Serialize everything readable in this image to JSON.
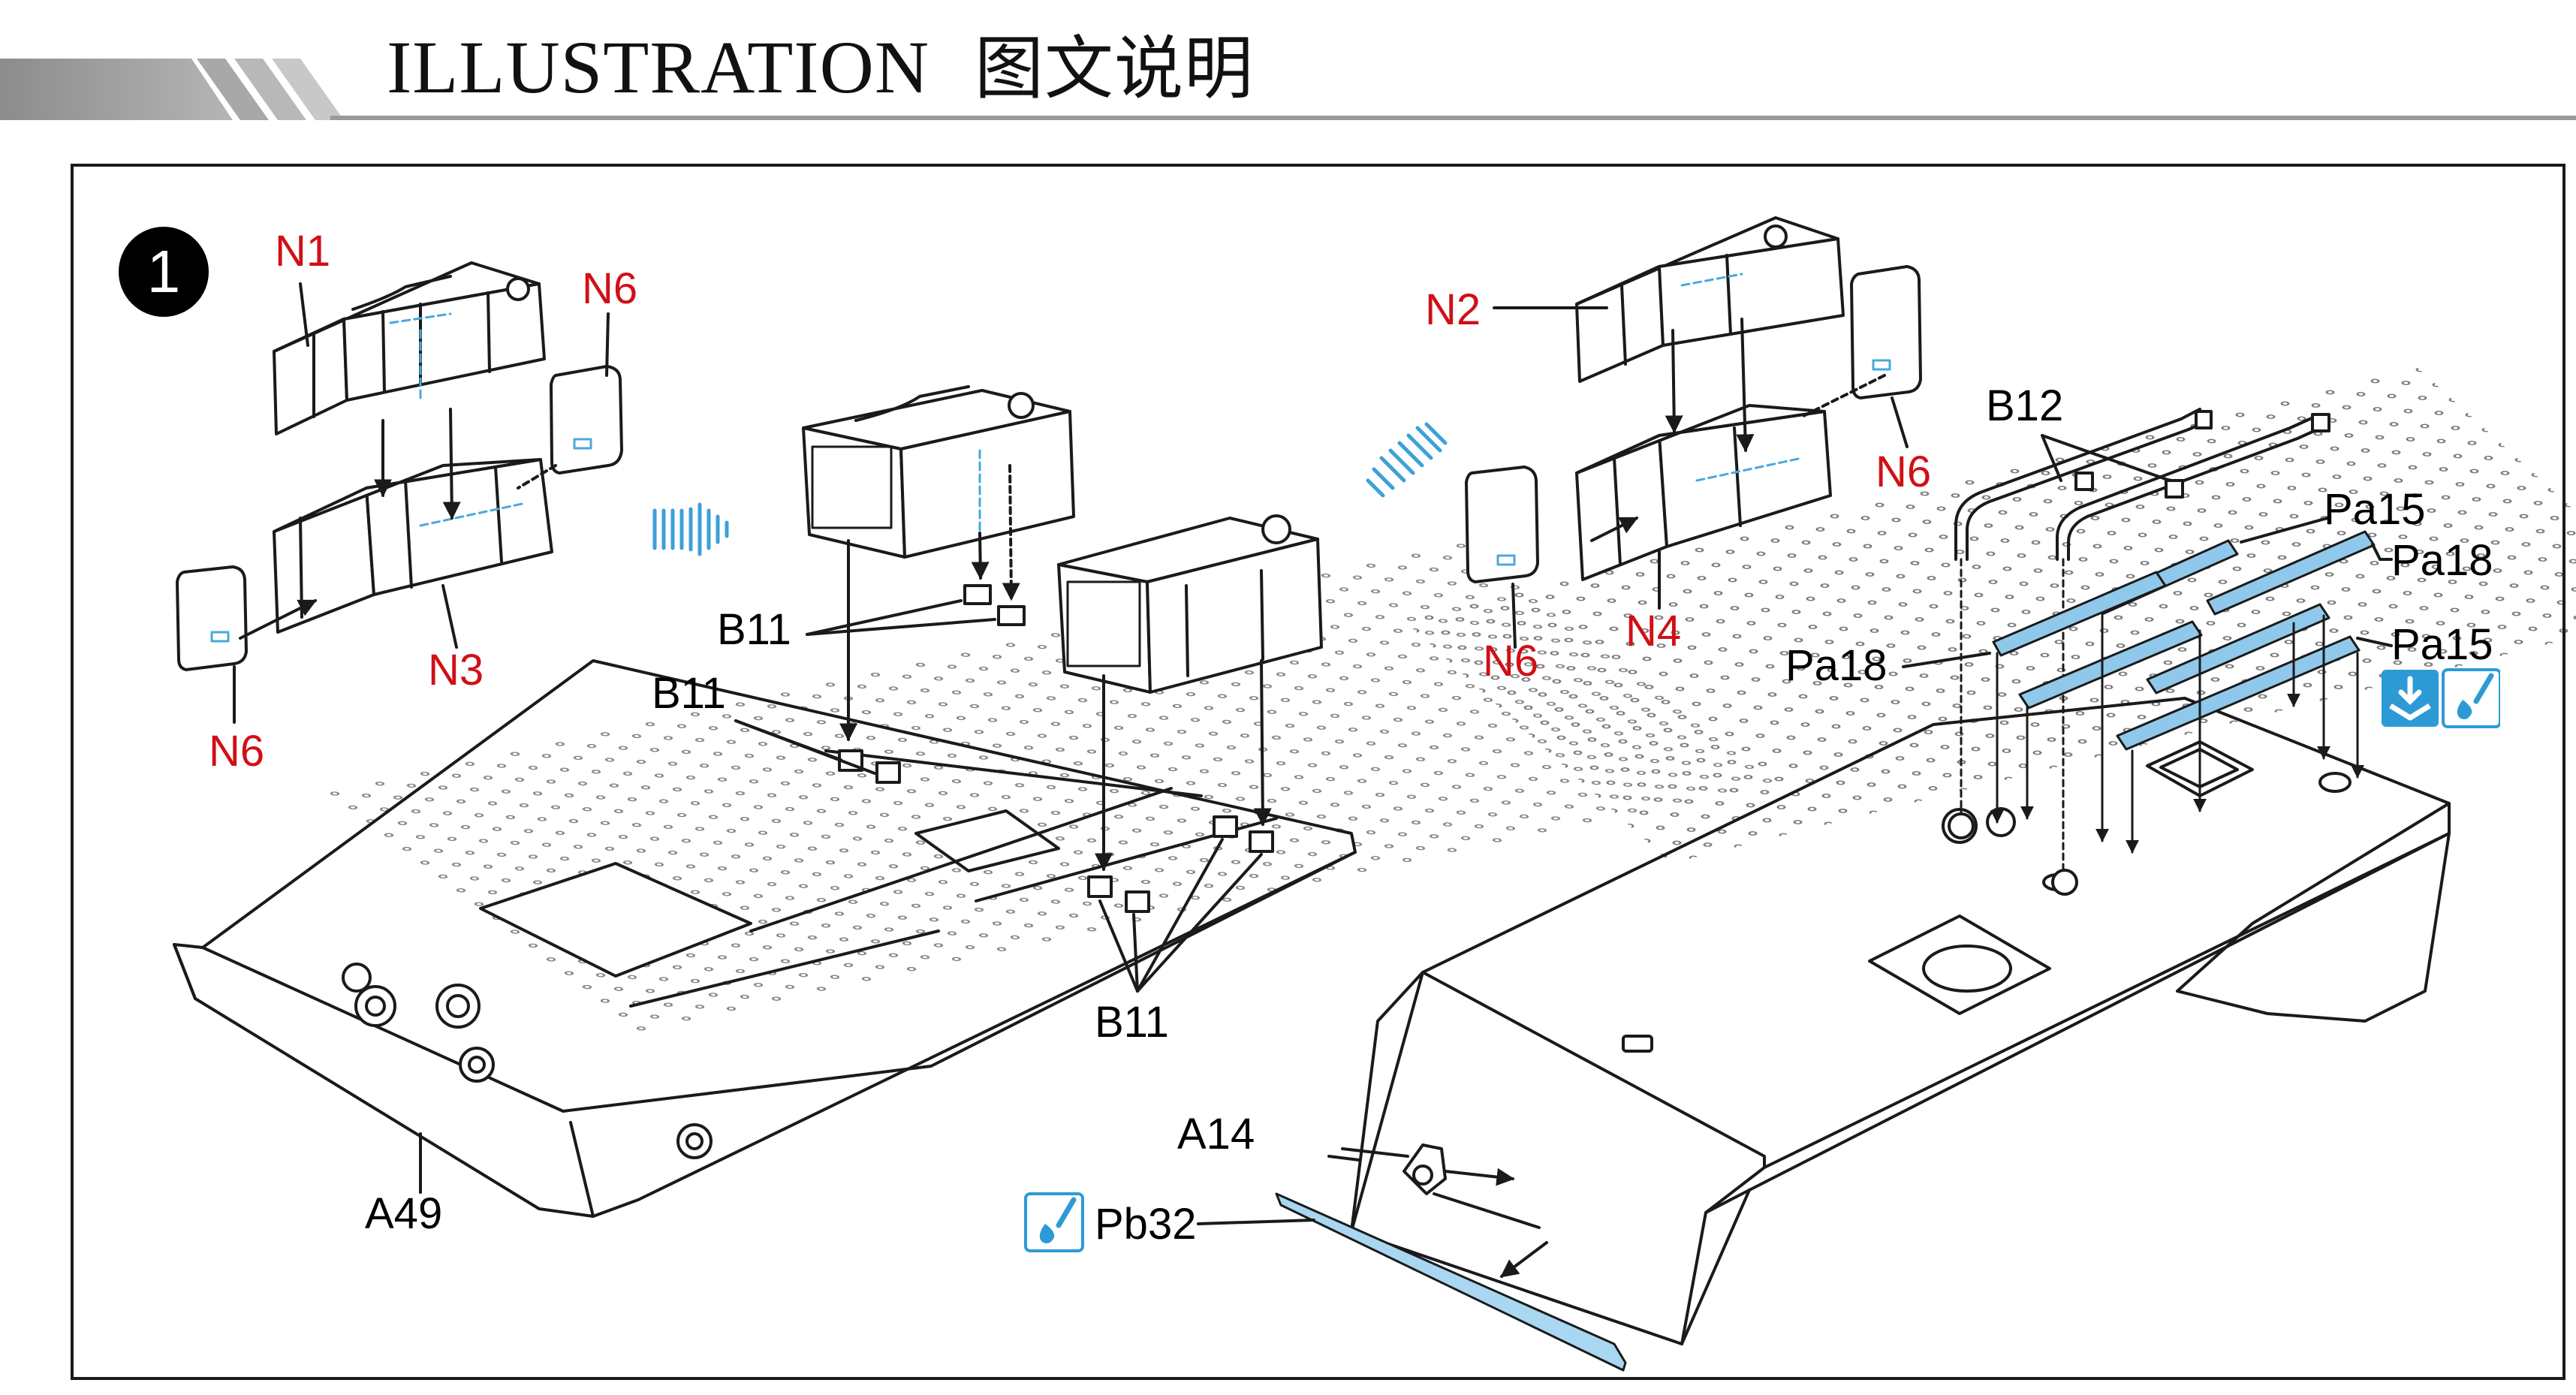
{
  "header": {
    "title": "ILLUSTRATION",
    "title_cn": "图文说明"
  },
  "step": {
    "number": "1"
  },
  "labels": {
    "N1": "N1",
    "N2": "N2",
    "N3": "N3",
    "N4": "N4",
    "N6": "N6",
    "B11": "B11",
    "B12": "B12",
    "A14": "A14",
    "A49": "A49",
    "Pa15": "Pa15",
    "Pa18": "Pa18",
    "Pb32": "Pb32"
  },
  "colors": {
    "part_label": "#d01016",
    "photo_etch": "#4aa8dc",
    "ink": "#1a1a1a"
  },
  "icons": [
    "fold-down-icon",
    "glue-drop-icon"
  ]
}
